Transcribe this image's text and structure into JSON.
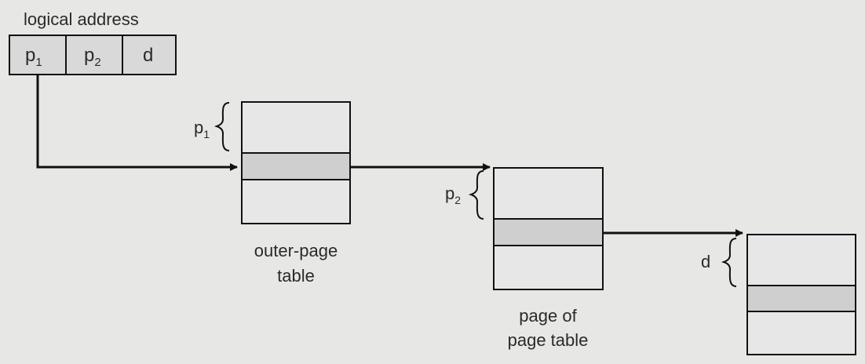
{
  "logical_address": {
    "title": "logical address",
    "fields": [
      {
        "main": "p",
        "sub": "1"
      },
      {
        "main": "p",
        "sub": "2"
      },
      {
        "main": "d",
        "sub": ""
      }
    ]
  },
  "tables": {
    "outer": {
      "label_line1": "outer-page",
      "label_line2": "table",
      "brace_main": "p",
      "brace_sub": "1"
    },
    "page_of_table": {
      "label_line1": "page of",
      "label_line2": "page table",
      "brace_main": "p",
      "brace_sub": "2"
    },
    "frame": {
      "brace_main": "d",
      "brace_sub": ""
    }
  },
  "colors": {
    "background": "#e7e7e5",
    "box_fill": "#e7e7e8",
    "highlight_fill": "#cfcfcf",
    "field_fill": "#d9d9d9",
    "stroke": "#111111"
  }
}
